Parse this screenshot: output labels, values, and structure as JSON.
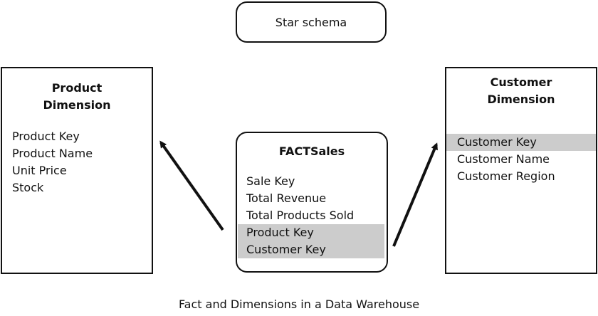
{
  "title": "Star schema",
  "caption": "Fact and Dimensions in a Data Warehouse",
  "colors": {
    "stroke": "#111111",
    "highlight": "#cccccc",
    "background": "#ffffff"
  },
  "product_dimension": {
    "title_line1": "Product",
    "title_line2": "Dimension",
    "fields": [
      "Product Key",
      "Product Name",
      "Unit Price",
      "Stock"
    ]
  },
  "customer_dimension": {
    "title_line1": "Customer",
    "title_line2": "Dimension",
    "highlighted_fields": [
      "Customer Key"
    ],
    "fields": [
      "Customer Name",
      "Customer Region"
    ]
  },
  "fact_table": {
    "title": "FACTSales",
    "fields": [
      "Sale Key",
      "Total Revenue",
      "Total Products Sold"
    ],
    "highlighted_fields": [
      "Product Key",
      "Customer Key"
    ]
  },
  "relationships": [
    {
      "from": "FACTSales",
      "to": "Product Dimension"
    },
    {
      "from": "FACTSales",
      "to": "Customer Dimension"
    }
  ]
}
